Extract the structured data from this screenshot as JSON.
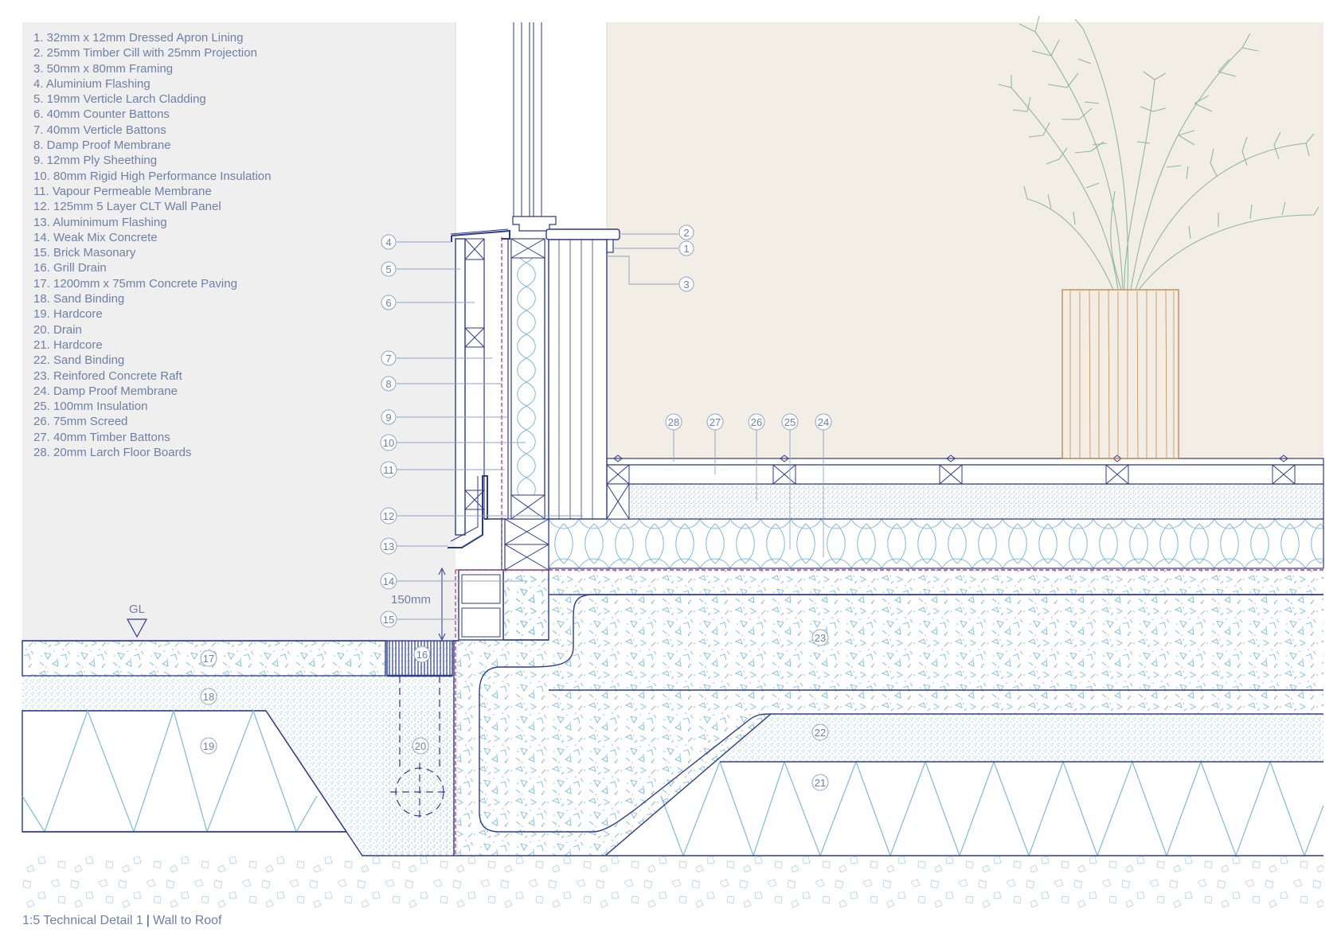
{
  "legend": [
    "1. 32mm x 12mm Dressed Apron Lining",
    "2. 25mm Timber Cill with 25mm Projection",
    "3. 50mm x 80mm Framing",
    "4. Aluminium Flashing",
    "5. 19mm Verticle Larch Cladding",
    "6. 40mm Counter Battons",
    "7.  40mm Verticle Battons",
    "8. Damp Proof Membrane",
    "9. 12mm Ply Sheething",
    "10. 80mm Rigid High Performance Insulation",
    "11. Vapour Permeable Membrane",
    "12. 125mm 5 Layer CLT Wall Panel",
    "13. Aluminimum Flashing",
    "14. Weak Mix Concrete",
    "15. Brick Masonary",
    "16. Grill Drain",
    "17. 1200mm x 75mm Concrete Paving",
    "18. Sand Binding",
    "19. Hardcore",
    "20. Drain",
    "21. Hardcore",
    "22. Sand Binding",
    "23. Reinfored Concrete Raft",
    "24. Damp Proof Membrane",
    "25. 100mm Insulation",
    "26. 75mm Screed",
    "27.  40mm Timber Battons",
    "28. 20mm Larch Floor Boards"
  ],
  "tags": {
    "t1": "1",
    "t2": "2",
    "t3": "3",
    "t4": "4",
    "t5": "5",
    "t6": "6",
    "t7": "7",
    "t8": "8",
    "t9": "9",
    "t10": "10",
    "t11": "11",
    "t12": "12",
    "t13": "13",
    "t14": "14",
    "t15": "15",
    "t16": "16",
    "t17": "17",
    "t18": "18",
    "t19": "19",
    "t20": "20",
    "t21": "21",
    "t22": "22",
    "t23": "23",
    "t24": "24",
    "t25": "25",
    "t26": "26",
    "t27": "27",
    "t28": "28"
  },
  "labels": {
    "ground_level": "GL",
    "dimension": "150mm"
  },
  "caption": {
    "prefix": "1:5 Technical Detail 1",
    "separator": "|",
    "suffix": "Wall to Roof"
  },
  "colors": {
    "line": "#2e3a8c",
    "hatch": "#7fb8d8",
    "membrane": "#d0306a",
    "wall_bg": "#efefef",
    "room_bg": "#f2eee6",
    "plant": "#8fb89a",
    "planter": "#c8884c",
    "text": "#6f80a6"
  }
}
